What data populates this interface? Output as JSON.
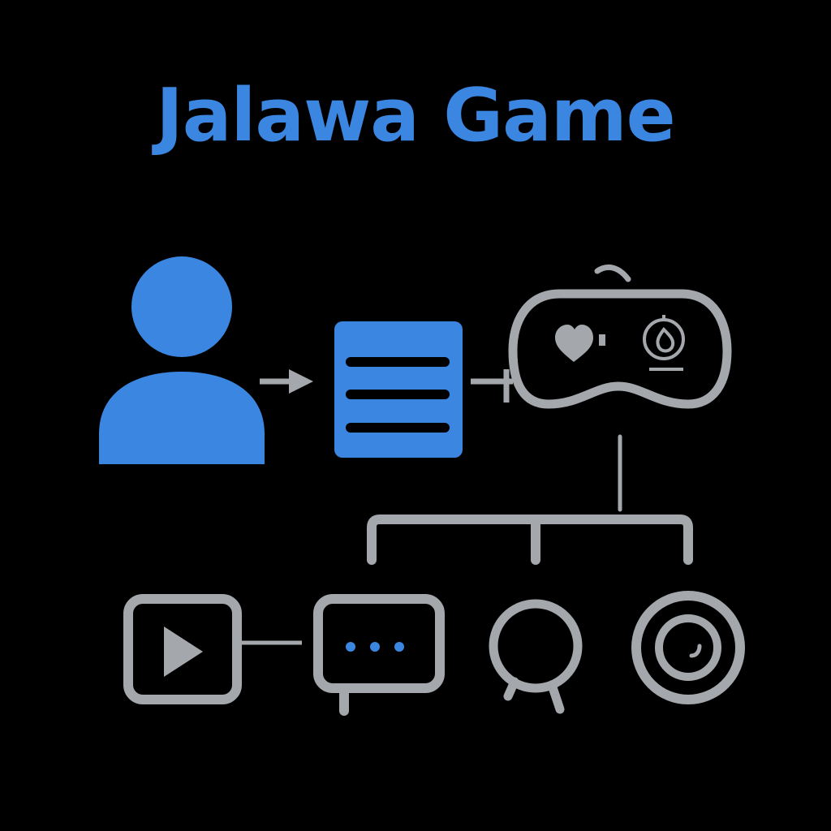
{
  "title": "Jalawa Game",
  "colors": {
    "background": "#000000",
    "accent_blue": "#3b86e0",
    "icon_gray": "#a4a7ab"
  },
  "nodes": [
    {
      "id": "user",
      "icon": "user-icon"
    },
    {
      "id": "document",
      "icon": "document-icon"
    },
    {
      "id": "gamepad",
      "icon": "gamepad-icon"
    },
    {
      "id": "video",
      "icon": "play-video-icon"
    },
    {
      "id": "chat",
      "icon": "chat-bubble-icon"
    },
    {
      "id": "search",
      "icon": "search-ring-icon"
    },
    {
      "id": "target",
      "icon": "target-lens-icon"
    }
  ]
}
